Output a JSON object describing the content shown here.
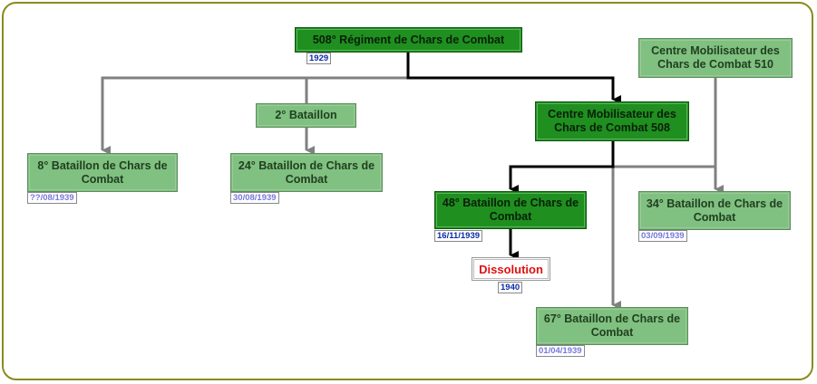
{
  "colors": {
    "frame": "#8a8a1e",
    "node_light": "#80c080",
    "node_dark": "#1f8f1f",
    "line_gray": "#808080",
    "line_black": "#000000",
    "dissolution_text": "#e01010"
  },
  "nodes": {
    "regiment_508": {
      "label": "508° Régiment de Chars de Combat",
      "date": "1929"
    },
    "centre_510": {
      "label": "Centre Mobilisateur des Chars de Combat 510"
    },
    "bataillon_2": {
      "label": "2° Bataillon"
    },
    "centre_508": {
      "label": "Centre Mobilisateur des Chars de Combat 508"
    },
    "bataillon_8": {
      "label": "8° Bataillon de Chars de Combat",
      "date": "??/08/1939"
    },
    "bataillon_24": {
      "label": "24° Bataillon de Chars de Combat",
      "date": "30/08/1939"
    },
    "bataillon_48": {
      "label": "48° Bataillon de Chars de Combat",
      "date": "16/11/1939"
    },
    "bataillon_34": {
      "label": "34° Bataillon de Chars de Combat",
      "date": "03/09/1939"
    },
    "dissolution": {
      "label": "Dissolution",
      "date": "1940"
    },
    "bataillon_67": {
      "label": "67° Bataillon de Chars de Combat",
      "date": "01/04/1939"
    }
  }
}
